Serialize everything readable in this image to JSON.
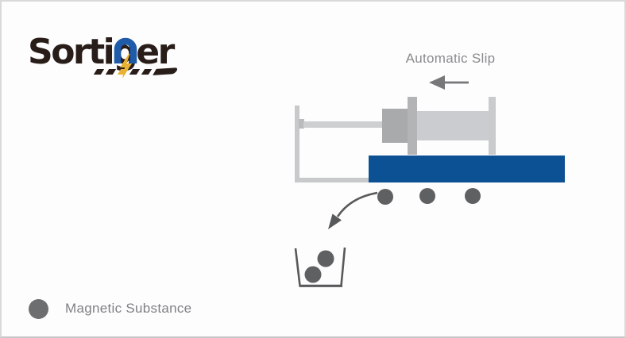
{
  "page": {
    "background": "#fdfdfd",
    "border_color": "#d9d9d9"
  },
  "logo": {
    "brand": "Sortinger",
    "text_pre": "Sorti",
    "magnet_letter": "n",
    "text_post": "ger",
    "text_color": "#281d18",
    "magnet_color": "#1e5ca9",
    "bolt_color": "#e8b234",
    "dash_color": "#281d18",
    "dash_accent_color": "#e8b234"
  },
  "diagram": {
    "label": "Automatic Slip",
    "label_color": "#8a8b8d",
    "direction_arrow_color": "#77787a",
    "machine": {
      "frame_color": "#c7c9cb",
      "rod_color": "#cdcfd1",
      "piston_color": "#a8aaac",
      "post_color": "#b2b4b6",
      "cylinder_color": "#cacccf",
      "slip_color": "#0b5193"
    },
    "substances_on_belt": 3,
    "substances_in_container": 2,
    "substance_color": "#5e6062",
    "drop_arrow_color": "#58595b",
    "container_color": "#58595b"
  },
  "legend": {
    "swatch_color": "#6d6e70",
    "label": "Magnetic Substance",
    "label_color": "#7f8183"
  }
}
